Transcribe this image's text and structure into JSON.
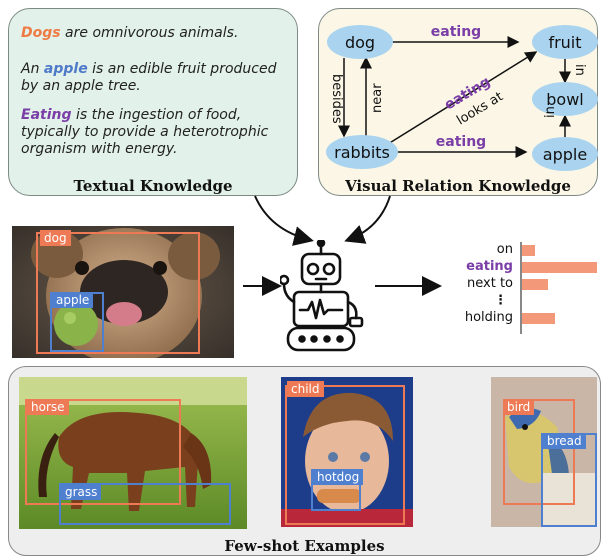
{
  "textual_knowledge": {
    "title": "Textual Knowledge",
    "lines": [
      {
        "keyword": "Dogs",
        "rest": " are omnivorous animals."
      },
      {
        "pre": "An ",
        "keyword": "apple",
        "rest": " is an edible fruit produced",
        "rest2": "by an apple tree."
      },
      {
        "keyword": "Eating",
        "rest": " is the ingestion of food,",
        "rest2": "typically to provide a heterotrophic",
        "rest3": "organism with  energy."
      }
    ]
  },
  "visual_relation_knowledge": {
    "title": "Visual Relation Knowledge",
    "nodes": [
      "dog",
      "fruit",
      "bowl",
      "rabbits",
      "apple"
    ],
    "edges": [
      "eating",
      "in",
      "near",
      "besides",
      "eating",
      "looks at",
      "eating",
      "in"
    ]
  },
  "main_image": {
    "labels": [
      "dog",
      "apple"
    ]
  },
  "prediction": {
    "labels": [
      "on",
      "eating",
      "next to",
      "⋮",
      "holding"
    ],
    "highlight": "eating",
    "scores": [
      0.18,
      1.0,
      0.35,
      0.0,
      0.45
    ],
    "bar_color": "#f4987a",
    "highlight_color": "#7a3ea6"
  },
  "few_shot": {
    "title": "Few-shot Examples",
    "examples": [
      {
        "labels": [
          "horse",
          "grass"
        ]
      },
      {
        "labels": [
          "child",
          "hotdog"
        ]
      },
      {
        "labels": [
          "bird",
          "bread"
        ]
      }
    ]
  },
  "colors": {
    "subject": "#ee7a55",
    "object": "#4f7fcf",
    "node": "#a9d3ef",
    "accent": "#7a3ea6"
  }
}
